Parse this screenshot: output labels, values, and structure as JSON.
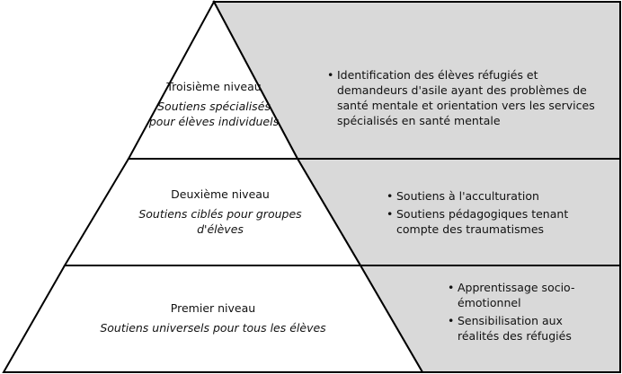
{
  "colors": {
    "pyramid_fill": "#ffffff",
    "panel_fill": "#d9d9d9",
    "outline": "#000000"
  },
  "tiers": [
    {
      "id": "tier-3",
      "level": "Troisième niveau",
      "support": "Soutiens spécialisés pour élèves individuels",
      "bullets": [
        "Identification des élèves réfugiés et demandeurs d'asile ayant des problèmes de santé mentale et orientation vers les services spécialisés en santé mentale"
      ]
    },
    {
      "id": "tier-2",
      "level": "Deuxième niveau",
      "support": "Soutiens ciblés pour groupes d'élèves",
      "bullets": [
        "Soutiens à l'acculturation",
        "Soutiens pédagogiques tenant compte des traumatismes"
      ]
    },
    {
      "id": "tier-1",
      "level": "Premier niveau",
      "support": "Soutiens universels pour tous les élèves",
      "bullets": [
        "Apprentissage socio-émotionnel",
        "Sensibilisation aux réalités des réfugiés"
      ]
    }
  ]
}
